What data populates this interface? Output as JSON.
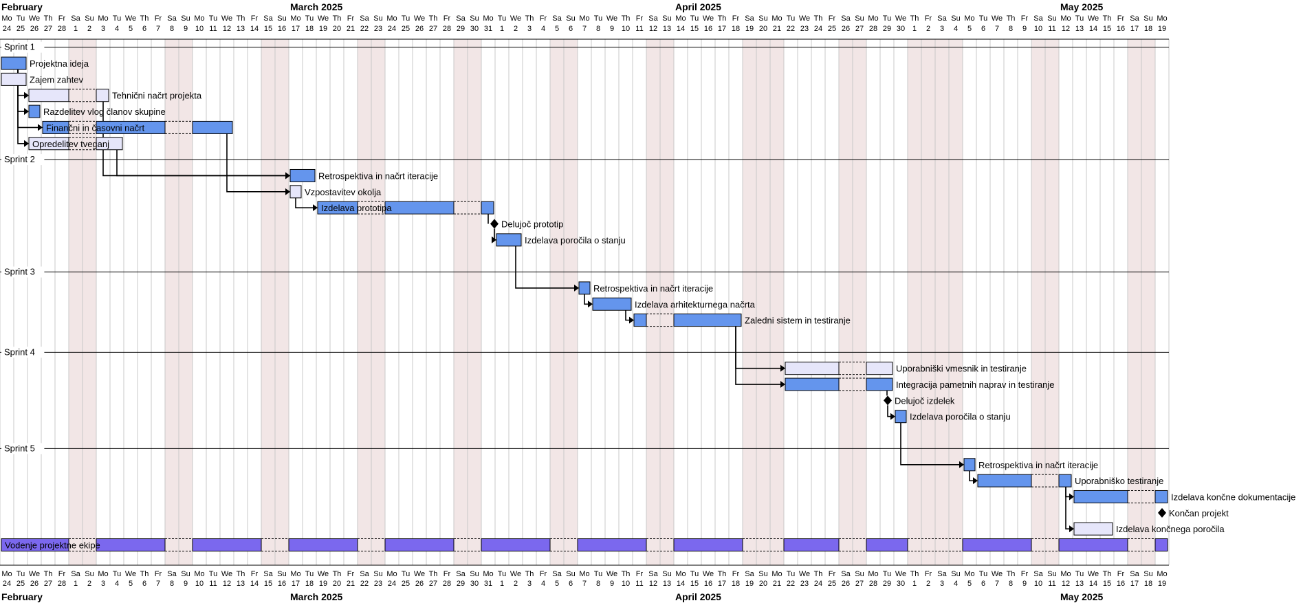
{
  "timeline": {
    "start_date": "2025-02-24",
    "end_date": "2025-05-19",
    "weekday_labels": [
      "Mo",
      "Tu",
      "We",
      "Th",
      "Fr",
      "Sa",
      "Su"
    ],
    "months": [
      {
        "label": "February",
        "date": "2025-02-24"
      },
      {
        "label": "March 2025",
        "date": "2025-03-17"
      },
      {
        "label": "April 2025",
        "date": "2025-04-14"
      },
      {
        "label": "May 2025",
        "date": "2025-05-12"
      }
    ],
    "holidays": [
      "2025-04-21",
      "2025-04-27",
      "2025-05-01",
      "2025-05-02"
    ]
  },
  "colors": {
    "bar_blue": "#6495ed",
    "bar_light": "#e6e6fa",
    "bar_purple": "#7b68ee",
    "weekend": "#f2e6e6",
    "weekend_label": "#999999",
    "grid": "#c8c8c8",
    "line": "#000000"
  },
  "sprints": [
    {
      "label": "Sprint 1",
      "row": 0
    },
    {
      "label": "Sprint 2",
      "row": 7
    },
    {
      "label": "Sprint 3",
      "row": 14
    },
    {
      "label": "Sprint 4",
      "row": 19
    },
    {
      "label": "Sprint 5",
      "row": 25
    }
  ],
  "tasks": [
    {
      "id": "t1",
      "row": 1,
      "label": "Projektna ideja",
      "start": "2025-02-24",
      "end": "2025-02-25",
      "color": "blue",
      "label_inside": false
    },
    {
      "id": "t2",
      "row": 2,
      "label": "Zajem zahtev",
      "start": "2025-02-24",
      "end": "2025-02-25",
      "color": "light",
      "label_inside": false
    },
    {
      "id": "t3",
      "row": 3,
      "label": "Tehnični načrt projekta",
      "start": "2025-02-26",
      "end": "2025-03-03",
      "color": "light",
      "label_inside": false
    },
    {
      "id": "t4",
      "row": 4,
      "label": "Razdelitev vlog članov skupine",
      "start": "2025-02-26",
      "end": "2025-02-26",
      "color": "blue",
      "label_inside": false
    },
    {
      "id": "t5",
      "row": 5,
      "label": "Finančni in časovni načrt",
      "start": "2025-02-27",
      "end": "2025-03-12",
      "color": "blue",
      "label_inside": true
    },
    {
      "id": "t6",
      "row": 6,
      "label": "Opredelitev tveganj",
      "start": "2025-02-26",
      "end": "2025-03-04",
      "color": "light",
      "label_inside": true
    },
    {
      "id": "t7",
      "row": 8,
      "label": "Retrospektiva in načrt iteracije",
      "start": "2025-03-17",
      "end": "2025-03-18",
      "color": "blue",
      "label_inside": false
    },
    {
      "id": "t8",
      "row": 9,
      "label": "Vzpostavitev okolja",
      "start": "2025-03-17",
      "end": "2025-03-17",
      "color": "light",
      "label_inside": false
    },
    {
      "id": "t9",
      "row": 10,
      "label": "Izdelava prototipa",
      "start": "2025-03-19",
      "end": "2025-03-31",
      "color": "blue",
      "label_inside": true
    },
    {
      "id": "m1",
      "row": 11,
      "label": "Delujoč prototip",
      "milestone": "2025-04-01"
    },
    {
      "id": "t10",
      "row": 12,
      "label": "Izdelava poročila o stanju",
      "start": "2025-04-01",
      "end": "2025-04-02",
      "color": "blue",
      "label_inside": false
    },
    {
      "id": "t11",
      "row": 15,
      "label": "Retrospektiva in načrt iteracije",
      "start": "2025-04-07",
      "end": "2025-04-07",
      "color": "blue",
      "label_inside": false
    },
    {
      "id": "t12",
      "row": 16,
      "label": "Izdelava arhitekturnega načrta",
      "start": "2025-04-08",
      "end": "2025-04-10",
      "color": "blue",
      "label_inside": false
    },
    {
      "id": "t13",
      "row": 17,
      "label": "Zaledni sistem in testiranje",
      "start": "2025-04-11",
      "end": "2025-04-18",
      "color": "blue",
      "label_inside": false
    },
    {
      "id": "t14",
      "row": 20,
      "label": "Uporabniški vmesnik in testiranje",
      "start": "2025-04-22",
      "end": "2025-04-29",
      "color": "light",
      "label_inside": false
    },
    {
      "id": "t15",
      "row": 21,
      "label": "Integracija pametnih naprav in testiranje",
      "start": "2025-04-22",
      "end": "2025-04-29",
      "color": "blue",
      "label_inside": false
    },
    {
      "id": "m2",
      "row": 22,
      "label": "Delujoč izdelek",
      "milestone": "2025-04-29"
    },
    {
      "id": "t16",
      "row": 23,
      "label": "Izdelava poročila o stanju",
      "start": "2025-04-30",
      "end": "2025-04-30",
      "color": "blue",
      "label_inside": false
    },
    {
      "id": "t17",
      "row": 26,
      "label": "Retrospektiva in načrt iteracije",
      "start": "2025-05-05",
      "end": "2025-05-05",
      "color": "blue",
      "label_inside": false
    },
    {
      "id": "t18",
      "row": 27,
      "label": "Uporabniško testiranje",
      "start": "2025-05-06",
      "end": "2025-05-12",
      "color": "blue",
      "label_inside": false
    },
    {
      "id": "t19",
      "row": 28,
      "label": "Izdelava končne dokumentacije",
      "start": "2025-05-13",
      "end": "2025-05-19",
      "color": "blue",
      "label_inside": false
    },
    {
      "id": "m3",
      "row": 29,
      "label": "Končan projekt",
      "milestone": "2025-05-19"
    },
    {
      "id": "t20",
      "row": 30,
      "label": "Izdelava končnega poročila",
      "start": "2025-05-13",
      "end": "2025-05-15",
      "color": "light",
      "label_inside": false
    },
    {
      "id": "t21",
      "row": 31,
      "label": "Vodenje projektne ekipe",
      "start": "2025-02-24",
      "end": "2025-05-19",
      "color": "purple",
      "label_inside": true
    }
  ],
  "dependencies": [
    [
      "t1",
      "t3"
    ],
    [
      "t1",
      "t4"
    ],
    [
      "t1",
      "t5"
    ],
    [
      "t1",
      "t6"
    ],
    [
      "t3",
      "t7"
    ],
    [
      "t6",
      "t7"
    ],
    [
      "t5",
      "t8"
    ],
    [
      "t8",
      "t9"
    ],
    [
      "t9",
      "m1"
    ],
    [
      "m1",
      "t10"
    ],
    [
      "t10",
      "t11"
    ],
    [
      "t11",
      "t12"
    ],
    [
      "t12",
      "t13"
    ],
    [
      "t13",
      "t14"
    ],
    [
      "t13",
      "t15"
    ],
    [
      "t15",
      "m2"
    ],
    [
      "m2",
      "t16"
    ],
    [
      "t16",
      "t17"
    ],
    [
      "t17",
      "t18"
    ],
    [
      "t18",
      "t19"
    ],
    [
      "t18",
      "t20"
    ]
  ]
}
